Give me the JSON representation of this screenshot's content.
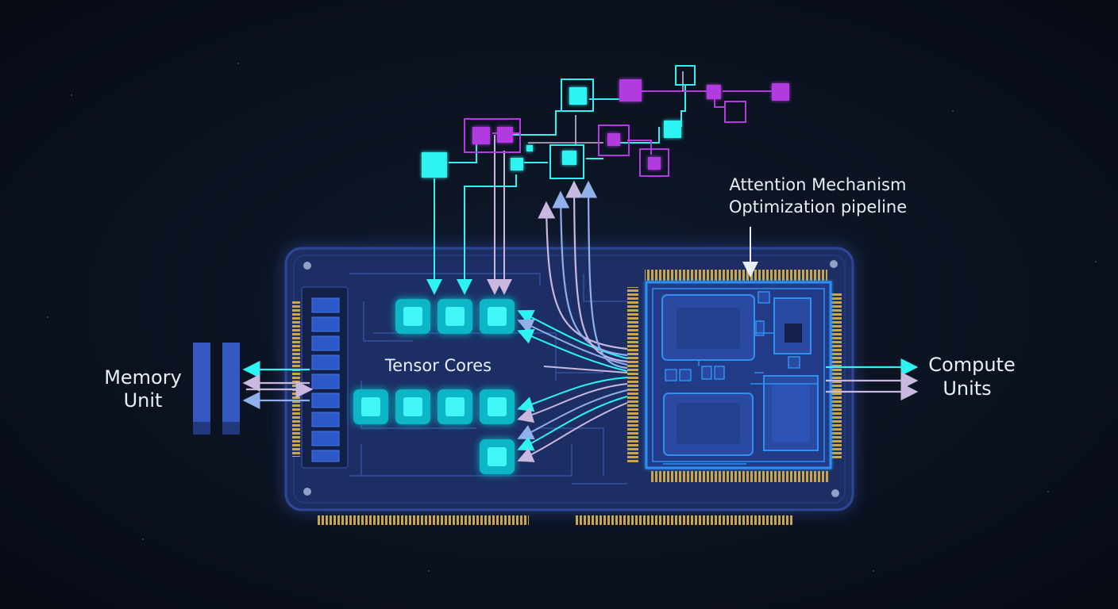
{
  "labels": {
    "memory_line1": "Memory",
    "memory_line2": "Unit",
    "tensor": "Tensor Cores",
    "attention_line1": "Attention Mechanism",
    "attention_line2": "Optimization pipeline",
    "compute_line1": "Compute",
    "compute_line2": "Units"
  },
  "colors": {
    "background": "#0b1220",
    "board": "#1b2d63",
    "board_edge": "#2e4795",
    "trace": "#2c4891",
    "cyan": "#2ef3f3",
    "magenta": "#b23ae0",
    "lavender": "#c9b8e0",
    "gold": "#c9a64a",
    "chip_outline": "#2f8ff3"
  },
  "icons": {
    "tensor_core": "glowing-square-icon",
    "network_node": "square-node-icon",
    "memory_module": "stacked-bars-icon"
  }
}
